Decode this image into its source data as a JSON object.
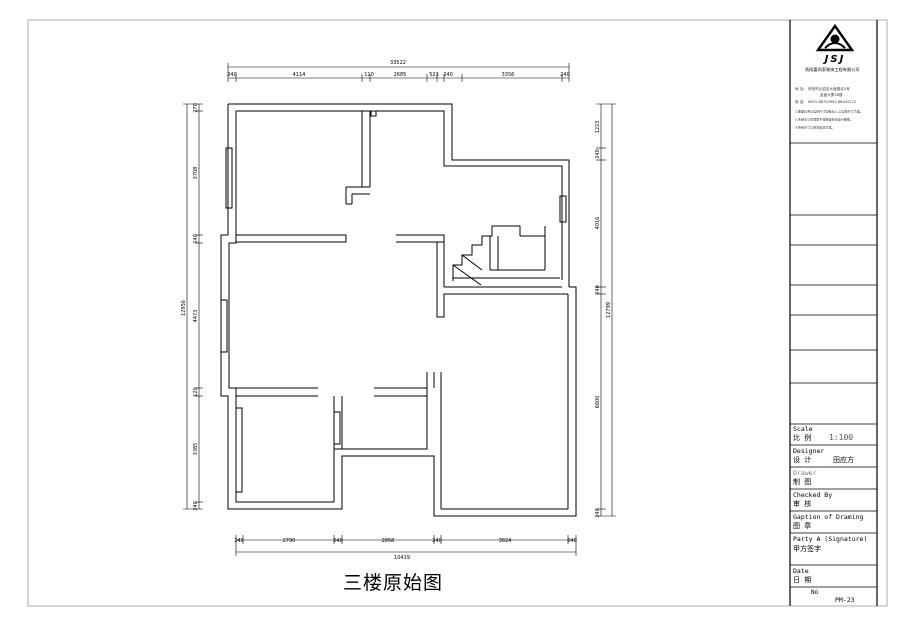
{
  "drawing": {
    "title": "三楼原始图",
    "dimensions_top": {
      "overall": "33522",
      "segments": [
        "240",
        "4114",
        "110",
        "2685",
        "523",
        "240",
        "3356",
        "240"
      ]
    },
    "dimensions_bottom": {
      "overall": "10419",
      "segments": [
        "240",
        "2790",
        "240",
        "2858",
        "240",
        "3824",
        "240"
      ]
    },
    "dimensions_left": {
      "overall": "12956",
      "segments": [
        "270",
        "3708",
        "240",
        "4473",
        "120",
        "3385",
        "240"
      ]
    },
    "dimensions_right": {
      "overall": "12799",
      "segments": [
        "1223",
        "240",
        "4016",
        "240",
        "6600",
        "240"
      ]
    }
  },
  "title_block": {
    "company_name": "贵阳嘉尚家装饰工程有限公司",
    "logo_text": "JSJ",
    "address_label": "地 址:",
    "address_lines": [
      "贵阳市云岩区大营路北2号",
      "金鑫大厦28楼"
    ],
    "phone_label": "电 话:",
    "phone": "0851-86750992 86442272",
    "notes": [
      "1.图面比例与实际尺寸如有出入,以实际尺寸为准。",
      "2.未经本公司同意不得擅自修改设计图纸。",
      "3.所有尺寸以现场复核为准。"
    ],
    "scale_label_en": "Scale",
    "scale_label_cn": "比 例",
    "scale_value": "1:100",
    "designer_label_en": "Designer",
    "designer_label_cn": "设 计",
    "designer_value": "田应方",
    "drawer_label_en": "Drawer",
    "drawer_label_cn": "制 图",
    "checked_label_en": "Checked By",
    "checked_label_cn": "审 核",
    "caption_label_en": "Gaption of Draming",
    "caption_label_cn": "图 章",
    "party_label_en": "Party A (Signature)",
    "party_label_cn": "甲方签字",
    "date_label_en": "Date",
    "date_label_cn": "日 期",
    "no_label": "No",
    "sheet_no": "PM-23"
  }
}
